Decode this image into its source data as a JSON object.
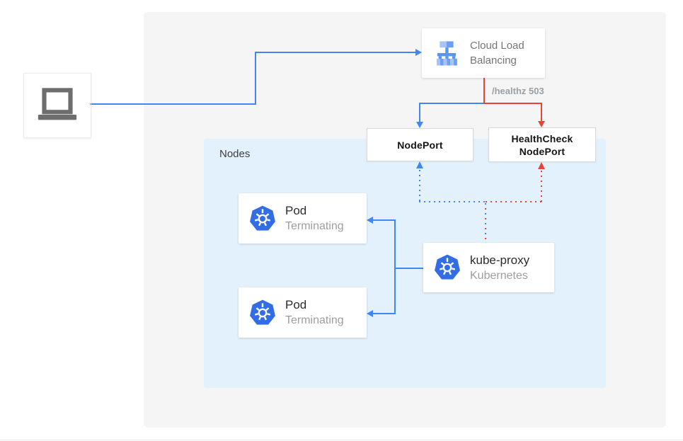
{
  "palette": {
    "flow_blue": "#4285f4",
    "flow_red": "#ea4335",
    "outer_panel_bg": "#f5f5f5",
    "nodes_panel_bg": "#e3f1fc",
    "kubernetes_blue": "#326de6",
    "muted_text": "#757575",
    "status_text": "#9e9e9e"
  },
  "client": {
    "icon": "laptop-icon"
  },
  "cloud_lb": {
    "line1": "Cloud Load",
    "line2": "Balancing",
    "icon": "cloud-load-balancing-icon"
  },
  "healthz": {
    "label": "/healthz 503"
  },
  "nodeport": {
    "label": "NodePort"
  },
  "healthcheck": {
    "line1": "HealthCheck",
    "line2": "NodePort"
  },
  "nodes_group": {
    "label": "Nodes"
  },
  "pods": [
    {
      "title": "Pod",
      "status": "Terminating",
      "icon": "kubernetes-icon"
    },
    {
      "title": "Pod",
      "status": "Terminating",
      "icon": "kubernetes-icon"
    }
  ],
  "kube_proxy": {
    "title": "kube-proxy",
    "subtitle": "Kubernetes",
    "icon": "kubernetes-icon"
  }
}
